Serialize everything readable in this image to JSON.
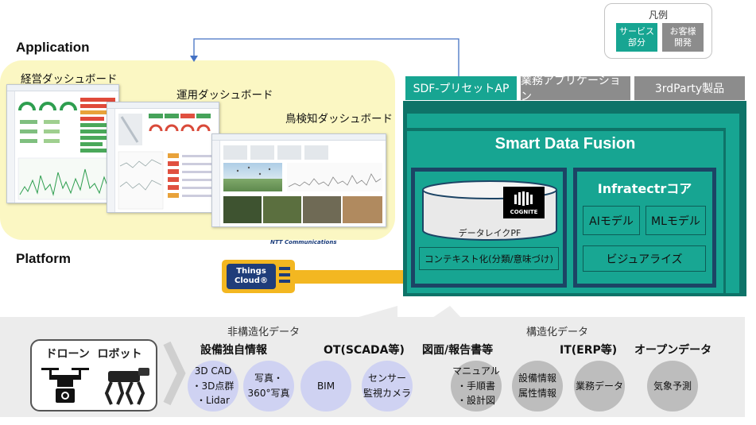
{
  "legend": {
    "title": "凡例",
    "service_label": "サービス\n部分",
    "custom_label": "お客様\n開発",
    "service_color": "#17a592",
    "custom_color": "#8c8c8c"
  },
  "application": {
    "label": "Application",
    "dashboards": [
      {
        "title": "経営ダッシュボード"
      },
      {
        "title": "運用ダッシュボード"
      },
      {
        "title": "鳥検知ダッシュボード"
      }
    ]
  },
  "platform": {
    "label": "Platform",
    "ntt_logo": "NTT Communications",
    "things_cloud": "Things\nCloud®"
  },
  "sdf": {
    "tabs": [
      "SDF-プリセットAP",
      "業務アプリケーション",
      "3rdParty製品"
    ],
    "title": "Smart Data Fusion",
    "datalake": {
      "label": "データレイクPF",
      "cognite": "COGNITE",
      "context": "コンテキスト化(分類/意味づけ)"
    },
    "infra": {
      "title": "Infratectrコア",
      "ai": "AIモデル",
      "ml": "MLモデル",
      "viz": "ビジュアライズ"
    }
  },
  "data": {
    "unstructured_label": "非構造化データ",
    "structured_label": "構造化データ",
    "devices_label": "ドローン  ロボット",
    "cat1": "設備独自情報",
    "cat2": "OT(SCADA等)",
    "cat3": "図面/報告書等",
    "cat4": "IT(ERP等)",
    "cat5": "オープンデータ",
    "items": {
      "cad": "3D CAD\n・3D点群\n・Lidar",
      "photo": "写真・\n360°写真",
      "bim": "BIM",
      "sensor": "センサー\n監視カメラ",
      "manual": "マニュアル\n・手順書\n・設計図",
      "equip": "設備情報\n属性情報",
      "biz": "業務データ",
      "weather": "気象予測"
    }
  }
}
